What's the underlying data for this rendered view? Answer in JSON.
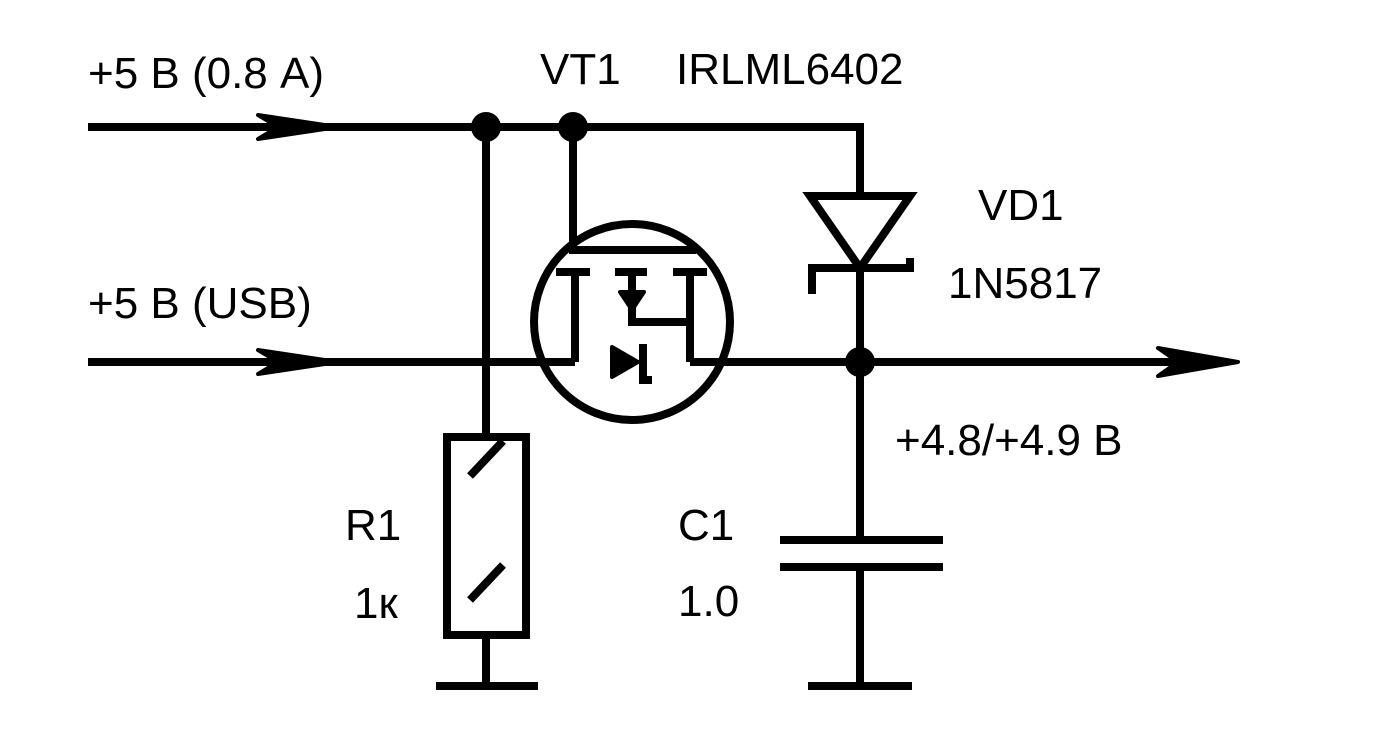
{
  "labels": {
    "input_main": "+5 В (0.8 А)",
    "input_usb": "+5 В (USB)",
    "output": "+4.8/+4.9 В"
  },
  "components": {
    "vt1": {
      "ref": "VT1",
      "part": "IRLML6402"
    },
    "vd1": {
      "ref": "VD1",
      "part": "1N5817"
    },
    "r1": {
      "ref": "R1",
      "value": "1к"
    },
    "c1": {
      "ref": "C1",
      "value": "1.0"
    }
  },
  "colors": {
    "ink": "#000000",
    "background": "#ffffff"
  }
}
